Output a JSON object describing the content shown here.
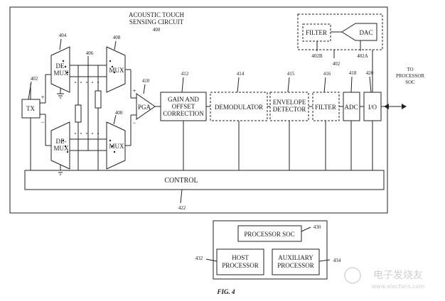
{
  "circuit": {
    "title_line1": "ACOUSTIC TOUCH",
    "title_line2": "SENSING CIRCUIT",
    "ref": "400"
  },
  "blocks": {
    "tx": {
      "label": "TX",
      "ref": "402"
    },
    "demux_top": {
      "line1": "DE-",
      "line2": "MUX",
      "ref": "404"
    },
    "demux_bot": {
      "line1": "DE-",
      "line2": "MUX"
    },
    "mux_top": {
      "label": "MUX",
      "ref": "408"
    },
    "mux_bot": {
      "label": "MUX",
      "ref": "408"
    },
    "resistors": {
      "ref": "406"
    },
    "pga": {
      "label": "PGA",
      "ref": "410"
    },
    "gain": {
      "line1": "GAIN AND",
      "line2": "OFFSET",
      "line3": "CORRECTION",
      "ref": "412"
    },
    "demod": {
      "label": "DEMODULATOR",
      "ref": "414"
    },
    "envelope": {
      "line1": "ENVELOPE",
      "line2": "DETECTOR",
      "ref": "415"
    },
    "filter": {
      "label": "FILTER",
      "ref": "416"
    },
    "adc": {
      "label": "ADC",
      "ref": "418"
    },
    "io": {
      "label": "I/O",
      "ref": "420"
    },
    "control": {
      "label": "CONTROL",
      "ref": "422"
    },
    "tx_filter": {
      "label": "FILTER",
      "ref": "402B"
    },
    "dac": {
      "label": "DAC",
      "ref": "402A"
    },
    "tx_group": {
      "ref": "402"
    }
  },
  "external": {
    "to_line1": "TO",
    "to_line2": "PROCESSOR",
    "to_line3": "SOC"
  },
  "processor": {
    "soc": {
      "label": "PROCESSOR SOC",
      "ref": "430"
    },
    "host": {
      "line1": "HOST",
      "line2": "PROCESSOR",
      "ref": "432"
    },
    "aux": {
      "line1": "AUXILIARY",
      "line2": "PROCESSOR",
      "ref": "434"
    }
  },
  "signs": {
    "plus": "+",
    "minus": "−"
  },
  "figure": {
    "caption": "FIG. 4"
  },
  "watermark": {
    "cn": "电子发烧友",
    "url": "www.elecfans.com"
  }
}
